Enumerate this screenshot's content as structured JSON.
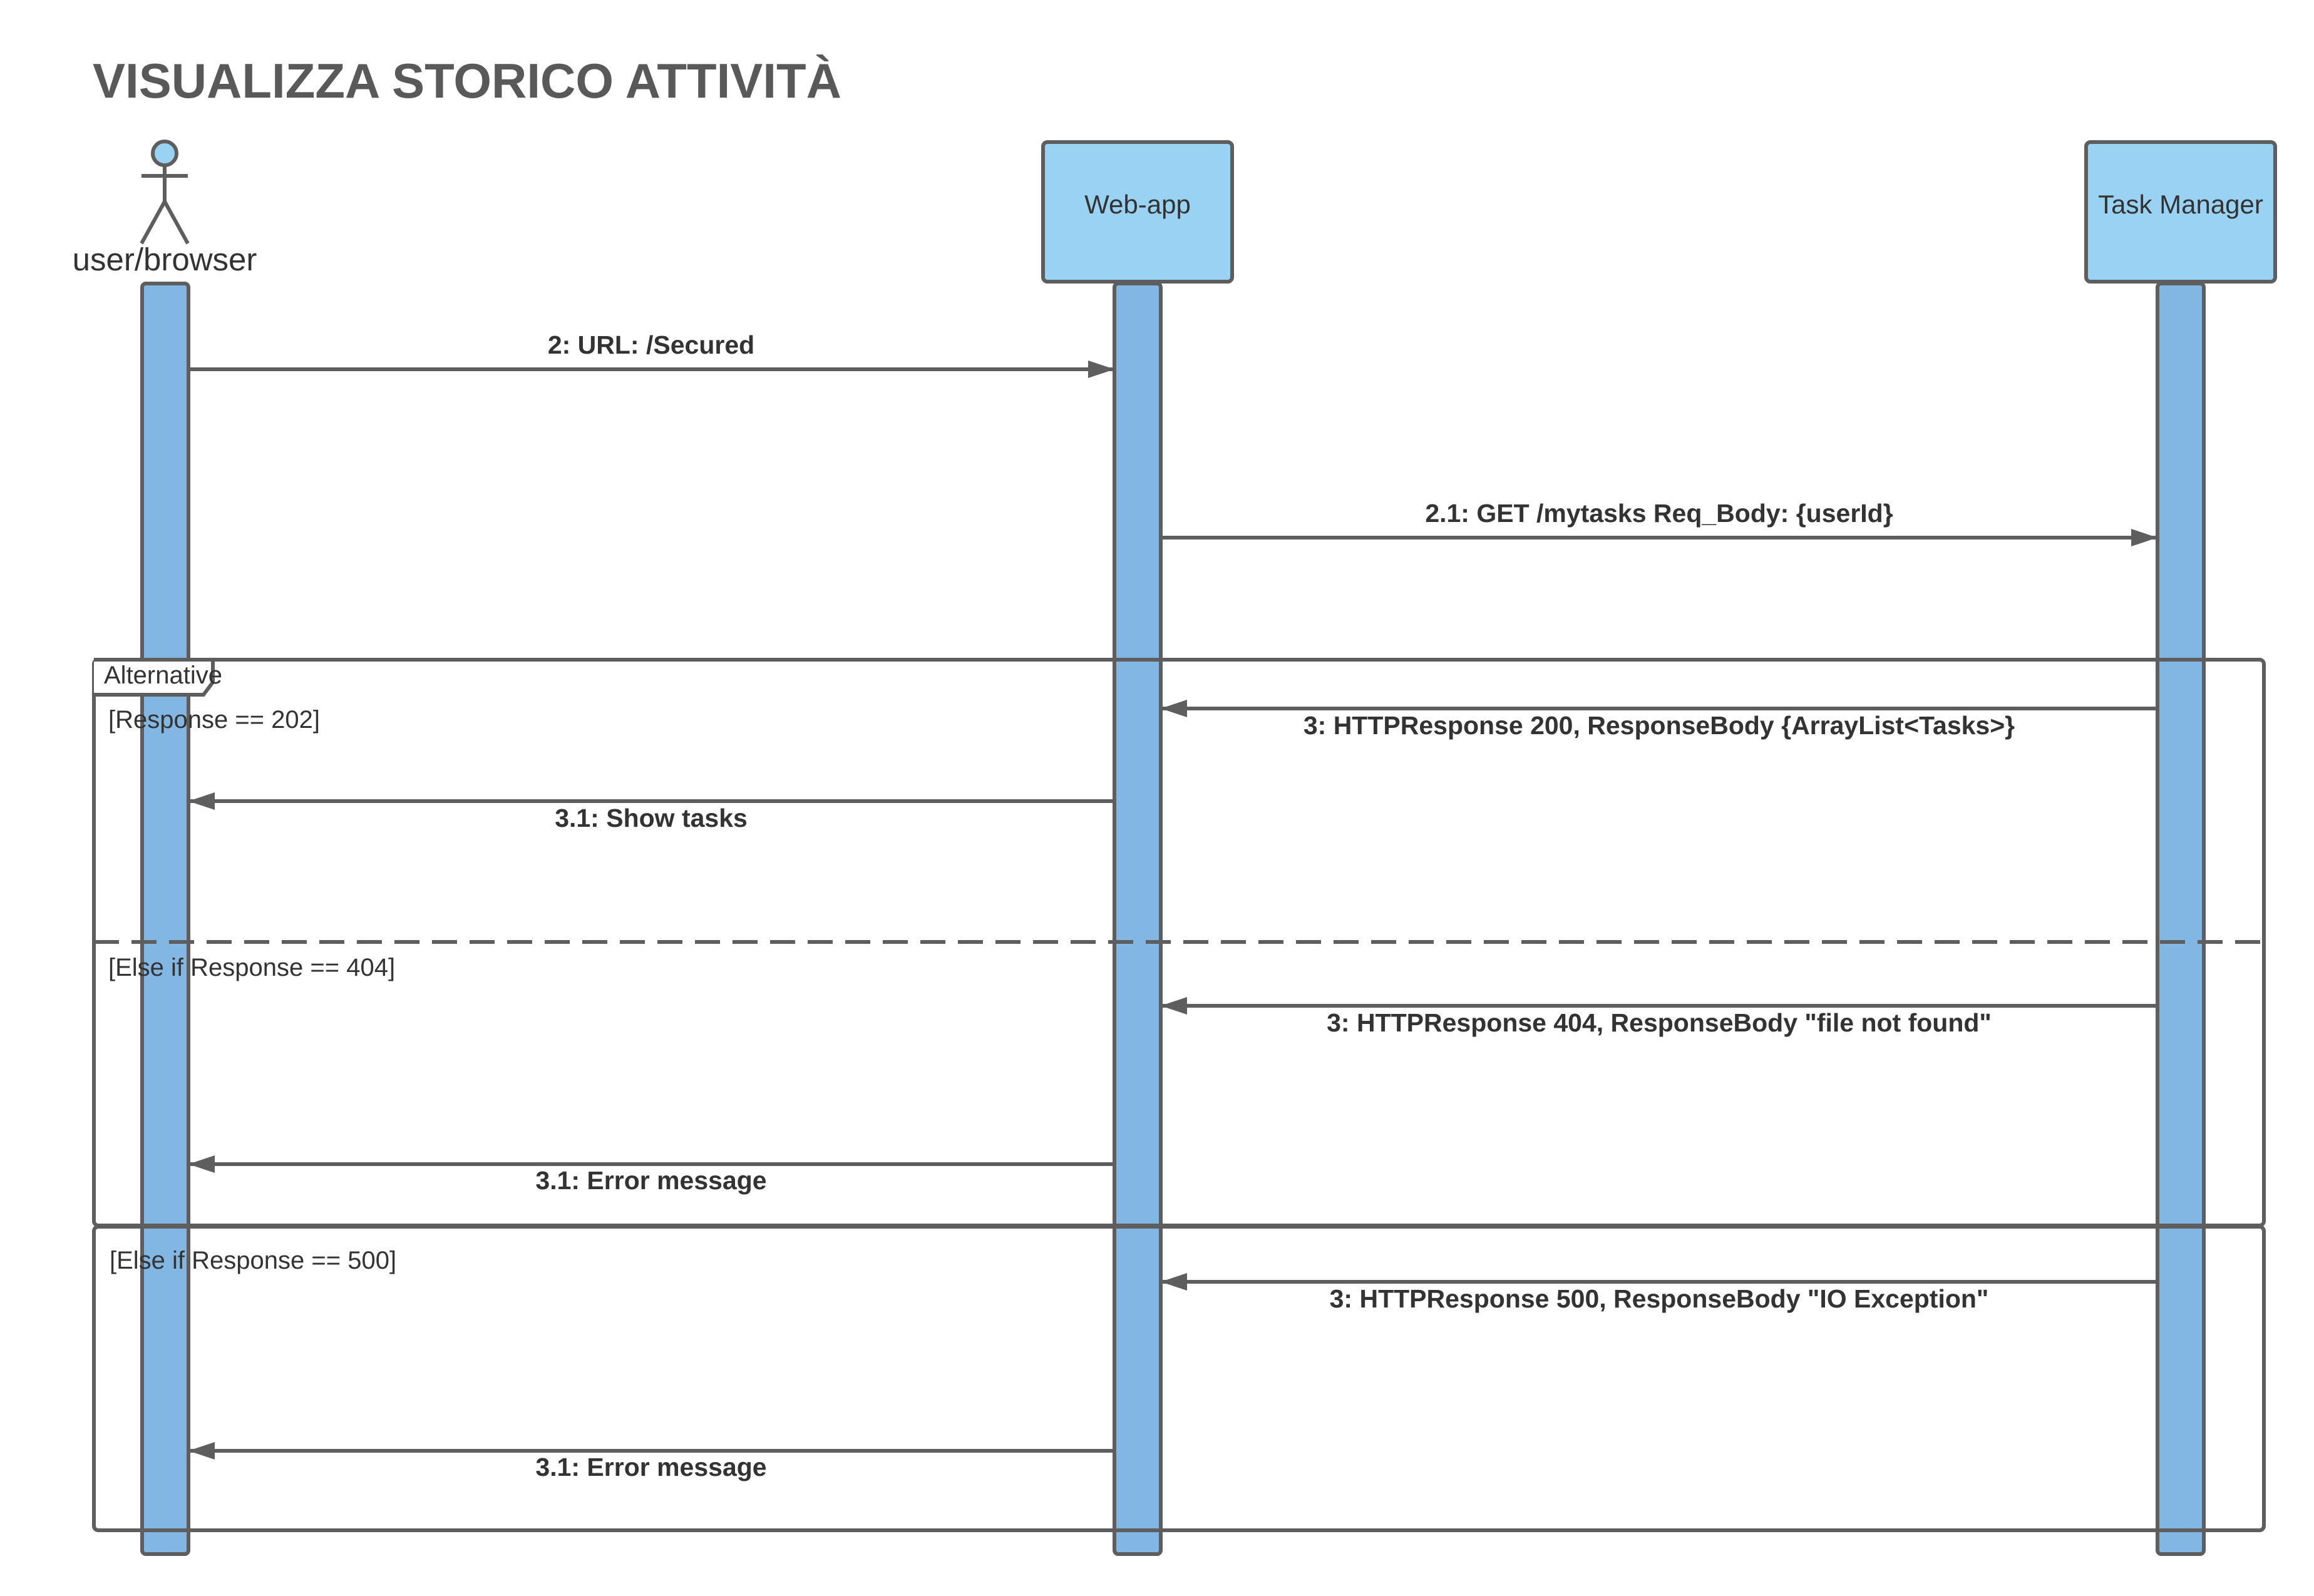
{
  "title": "VISUALIZZA STORICO ATTIVITÀ",
  "colors": {
    "lifeline_fill": "#83b7e3",
    "box_fill": "#99d2f2",
    "stroke": "#5e5e5e",
    "text": "#333333"
  },
  "participants": {
    "user": {
      "label": "user/browser",
      "icon": "stick-figure-icon"
    },
    "webapp": {
      "label": "Web-app"
    },
    "taskmanager": {
      "label": "Task Manager"
    }
  },
  "fragments": {
    "alt_label": "Alternative",
    "guard1": "[Response == 202]",
    "guard2": "[Else if Response == 404]",
    "guard3": "[Else if Response == 500]"
  },
  "messages": {
    "m1": "2: URL: /Secured",
    "m2": "2.1:  GET /mytasks Req_Body: {userId}",
    "m3": "3: HTTPResponse 200, ResponseBody {ArrayList<Tasks>}",
    "m4": "3.1: Show tasks",
    "m5": "3: HTTPResponse 404, ResponseBody \"file not found\"",
    "m6": "3.1: Error message",
    "m7": "3: HTTPResponse 500, ResponseBody \"IO Exception\"",
    "m8": "3.1: Error message"
  }
}
